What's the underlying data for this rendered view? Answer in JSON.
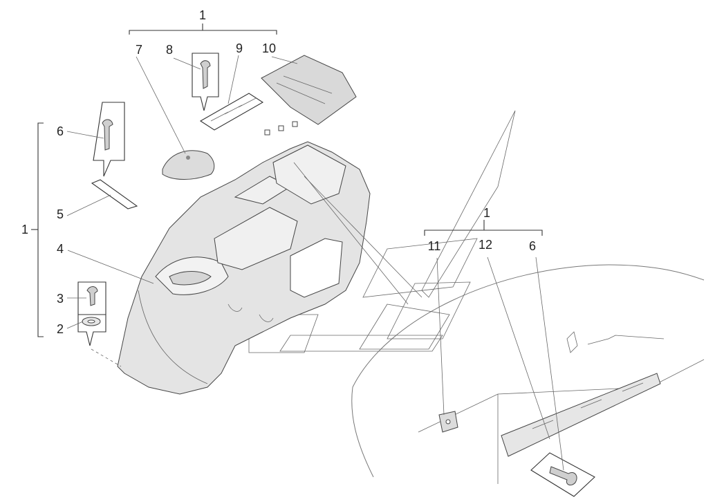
{
  "labels": {
    "group_top": "1",
    "group_left": "1",
    "group_right": "1",
    "l2": "2",
    "l3": "3",
    "l4": "4",
    "l5": "5",
    "l6_left": "6",
    "l6_right": "6",
    "l7": "7",
    "l8": "8",
    "l9": "9",
    "l10": "10",
    "l11": "11",
    "l12": "12"
  }
}
